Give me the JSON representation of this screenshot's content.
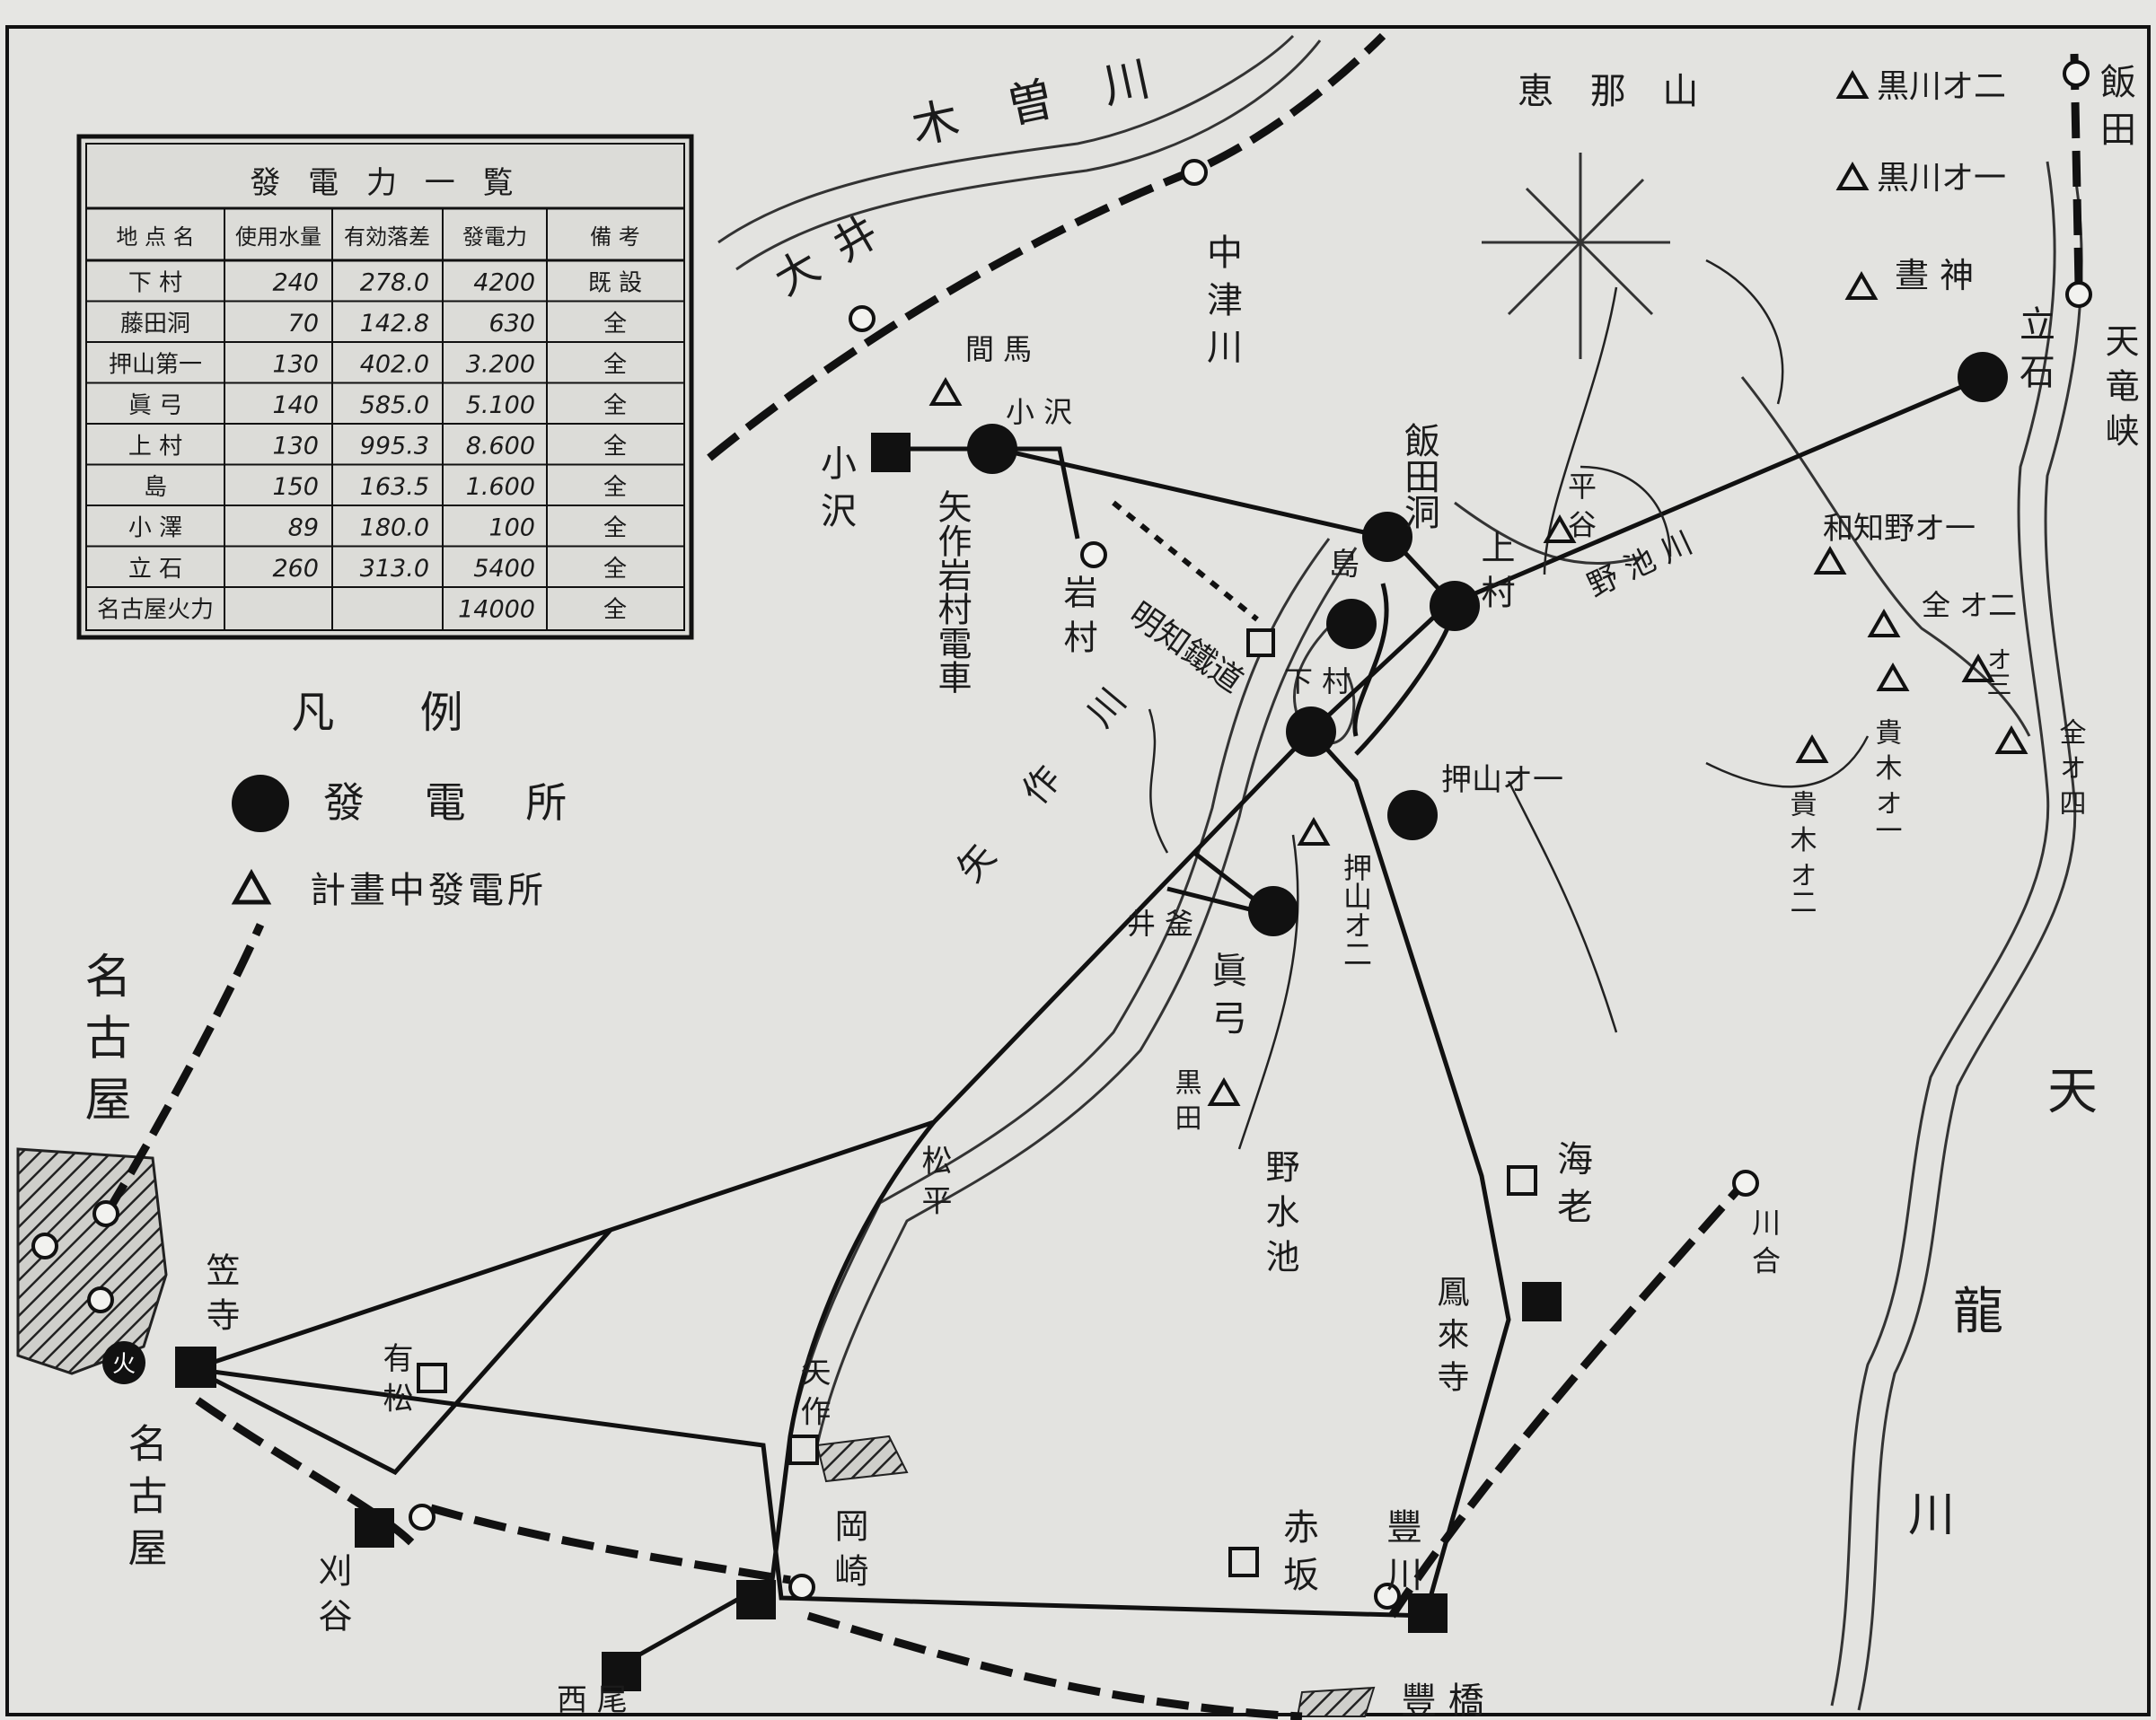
{
  "table": {
    "title": "發 電 力 一 覧",
    "headers": [
      "地 点 名",
      "使用水量",
      "有効落差",
      "發電力",
      "備 考"
    ],
    "rows": [
      [
        "下 村",
        "240",
        "278.0",
        "4200",
        "既 設"
      ],
      [
        "藤田洞",
        "70",
        "142.8",
        "630",
        "全"
      ],
      [
        "押山第一",
        "130",
        "402.0",
        "3.200",
        "全"
      ],
      [
        "眞 弓",
        "140",
        "585.0",
        "5.100",
        "全"
      ],
      [
        "上 村",
        "130",
        "995.3",
        "8.600",
        "全"
      ],
      [
        "島",
        "150",
        "163.5",
        "1.600",
        "全"
      ],
      [
        "小 澤",
        "89",
        "180.0",
        "100",
        "全"
      ],
      [
        "立 石",
        "260",
        "313.0",
        "5400",
        "全"
      ],
      [
        "名古屋火力",
        "",
        "",
        "14000",
        "全"
      ]
    ]
  },
  "legend": {
    "title": "凡 例",
    "existing_label": "發 電 所",
    "planned_label": "計畫中發電所"
  },
  "labels": {
    "kiso_river": "木 曽 川",
    "ena_mountain": "恵 那 山",
    "oi": "大 井",
    "nakatsugawa": "中 津 川",
    "iida_top": "飯 田",
    "tenryukyo": "天 竜 峡",
    "kurokawa_2": "黒川オ二",
    "kurokawa_1": "黒川オ一",
    "hirugami": "晝 神",
    "tateishi": "立 石",
    "mamaya": "間 馬",
    "kozawa_plant": "小 沢",
    "kozawa_sub": "小 沢",
    "yahagi_iwamura_tram": "矢作岩村電車",
    "iwamura": "岩 村",
    "iwamura_line": "明知鐵道",
    "iida_dam": "飯田洞",
    "hiradani": "平 谷",
    "kamimura": "上 村",
    "nozu_river": "野 池 川",
    "shima": "島",
    "shimomura": "下 村",
    "ochiai_1": "和知野オ一",
    "ochiai_2": "全 オ二",
    "ochiai_3": "オ三",
    "kiki_1": "貴 木 オ一",
    "kiki_2": "貴 木 オ二",
    "zen_4": "全 オ 四",
    "oshiyama_1": "押山オ一",
    "oshiyama_2": "押山オ二",
    "yahagi_river": "矢 作 川",
    "mayumi": "眞 弓",
    "ikama": "井 釜",
    "kurota": "黒 田",
    "nomizu_pond": "野 水 池",
    "ten": "天",
    "ryu": "龍",
    "kawa": "川",
    "kaiju": "海 老",
    "horaiji": "鳳 來 寺",
    "kawai": "川 合",
    "matsudaira": "松 平",
    "nagoya_top": "名 古 屋",
    "kasadera": "笠 寺",
    "arimatsu": "有 松",
    "nagoya_bottom": "名 古 屋",
    "yahagi": "矢 作",
    "kariya": "刈 谷",
    "okazaki": "岡 崎",
    "akasaka": "赤 坂",
    "toyokawa": "豐 川",
    "nishio": "西 尾",
    "toyohashi": "豐 橋",
    "nagoya_mark": "火"
  }
}
